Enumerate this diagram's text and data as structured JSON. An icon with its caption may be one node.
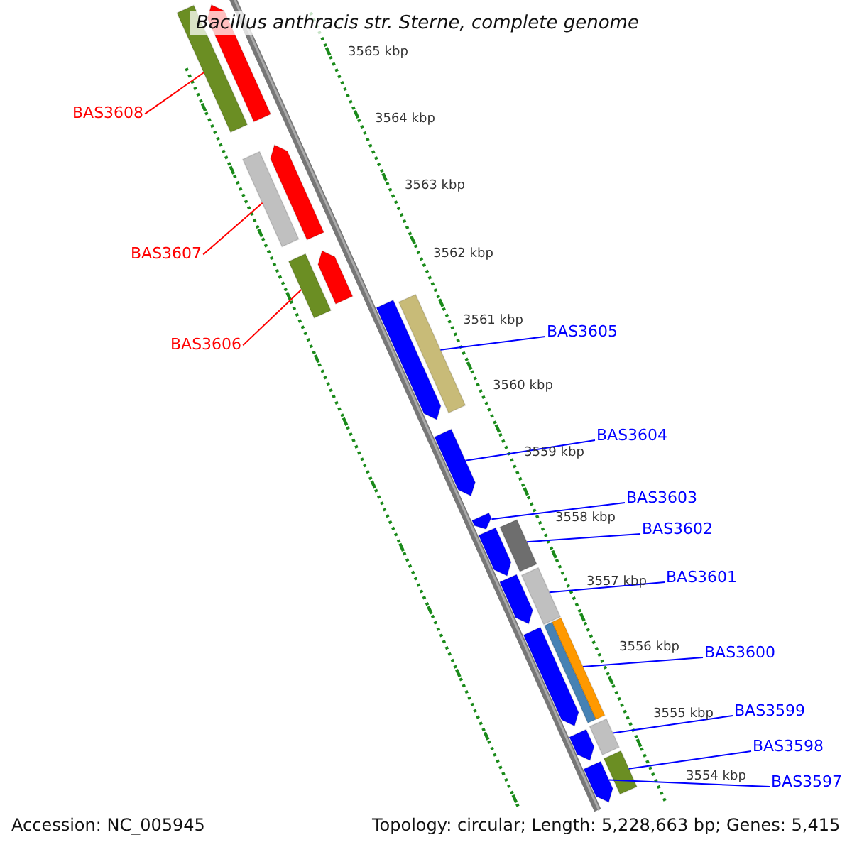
{
  "diagram": {
    "title": "Bacillus anthracis str. Sterne, complete genome",
    "nodes": [
      {
        "text": [
          "BAS3608"
        ]
      },
      {
        "text": [
          "BAS3607"
        ]
      },
      {
        "text": [
          "BAS3606"
        ]
      },
      {
        "text": [
          "BAS3605"
        ]
      },
      {
        "text": [
          "BAS3604"
        ]
      },
      {
        "text": [
          "BAS3603"
        ]
      },
      {
        "text": [
          "BAS3602"
        ]
      },
      {
        "text": [
          "BAS3601"
        ]
      },
      {
        "text": [
          "BAS3600"
        ]
      },
      {
        "text": [
          "BAS3599"
        ]
      },
      {
        "text": [
          "BAS3598"
        ]
      },
      {
        "text": [
          "BAS3597"
        ]
      },
      {
        "text": [],
        "shape": "bar"
      },
      {
        "text": [],
        "shape": "bar"
      },
      {
        "text": [],
        "shape": "bar"
      },
      {
        "text": [],
        "shape": "bar"
      },
      {
        "text": [],
        "shape": "bar"
      },
      {
        "text": [],
        "shape": "bar"
      },
      {
        "text": [],
        "shape": "bar"
      },
      {
        "text": [],
        "shape": "bar"
      },
      {
        "text": [],
        "shape": "bar"
      },
      {
        "text": [],
        "shape": "bar"
      },
      {
        "text": [],
        "shape": "bar"
      },
      {
        "text": [],
        "shape": "bar"
      },
      {
        "text": [],
        "shape": "bar"
      },
      {
        "text": [],
        "shape": "bar"
      },
      {
        "text": [],
        "shape": "bar"
      },
      {
        "text": [],
        "shape": "bar"
      },
      {
        "text": [],
        "shape": "bar"
      },
      {
        "text": [],
        "shape": "bar"
      },
      {
        "text": [],
        "shape": "bar"
      },
      {
        "text": [],
        "shape": "bar"
      },
      {
        "text": [],
        "shape": "bar"
      }
    ],
    "edges": [
      {
        "from": 0,
        "to": 12,
        "arrow": "none",
        "color": "#ff0000"
      },
      {
        "from": 1,
        "to": 13,
        "arrow": "none",
        "color": "#ff0000"
      },
      {
        "from": 2,
        "to": 14,
        "arrow": "none",
        "color": "#ff0000"
      },
      {
        "from": 3,
        "to": 15,
        "arrow": "none"
      },
      {
        "from": 4,
        "to": 16,
        "arrow": "none"
      },
      {
        "from": 5,
        "to": 17,
        "arrow": "none"
      },
      {
        "from": 6,
        "to": 18,
        "arrow": "none"
      },
      {
        "from": 7,
        "to": 19,
        "arrow": "none"
      },
      {
        "from": 8,
        "to": 20,
        "arrow": "none"
      },
      {
        "from": 9,
        "to": 21,
        "arrow": "none"
      },
      {
        "from": 10,
        "to": 22,
        "arrow": "none"
      },
      {
        "from": 11,
        "to": 23,
        "arrow": "none"
      }
    ],
    "labels": [
      "3565 kbp",
      "3564 kbp",
      "3563 kbp",
      "3562 kbp",
      "3561 kbp",
      "3560 kbp",
      "3559 kbp",
      "3558 kbp",
      "3557 kbp",
      "3556 kbp",
      "3555 kbp",
      "3554 kbp",
      "Accession: NC_005945",
      "Topology: circular; Length: 5,228,663 bp; Genes: 5,415"
    ]
  }
}
